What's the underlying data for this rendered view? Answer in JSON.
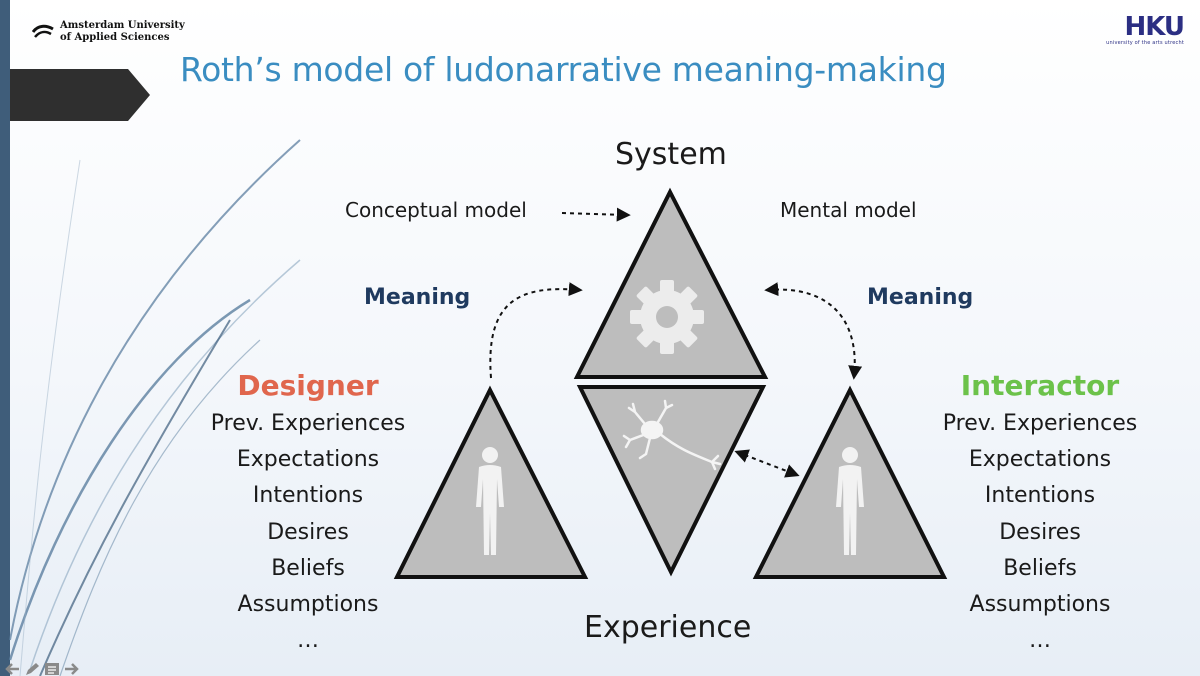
{
  "slide": {
    "title": "Roth’s model of ludonarrative meaning-making",
    "logos": {
      "ams_line1": "Amsterdam University",
      "ams_line2": "of Applied Sciences",
      "hku": "HKU",
      "hku_tagline": "university of the arts utrecht"
    }
  },
  "diagram": {
    "system_label": "System",
    "experience_label": "Experience",
    "conceptual_model": "Conceptual model",
    "mental_model": "Mental model",
    "meaning_left": "Meaning",
    "meaning_right": "Meaning",
    "designer": {
      "title": "Designer",
      "color": "#e0664d",
      "items": [
        "Prev. Experiences",
        "Expectations",
        "Intentions",
        "Desires",
        "Beliefs",
        "Assumptions",
        "…"
      ]
    },
    "interactor": {
      "title": "Interactor",
      "color": "#6cc24a",
      "items": [
        "Prev. Experiences",
        "Expectations",
        "Intentions",
        "Desires",
        "Beliefs",
        "Assumptions",
        "…"
      ]
    },
    "meaning_color": "#1f3a5f",
    "triangle_fill": "#bdbdbd",
    "icons": {
      "system": "gear-icon",
      "experience": "neuron-icon",
      "designer": "human-figure-icon",
      "interactor": "human-figure-icon"
    }
  },
  "toolbar": {
    "icons": [
      "back-arrow-icon",
      "pen-icon",
      "menu-icon",
      "forward-arrow-icon"
    ]
  }
}
